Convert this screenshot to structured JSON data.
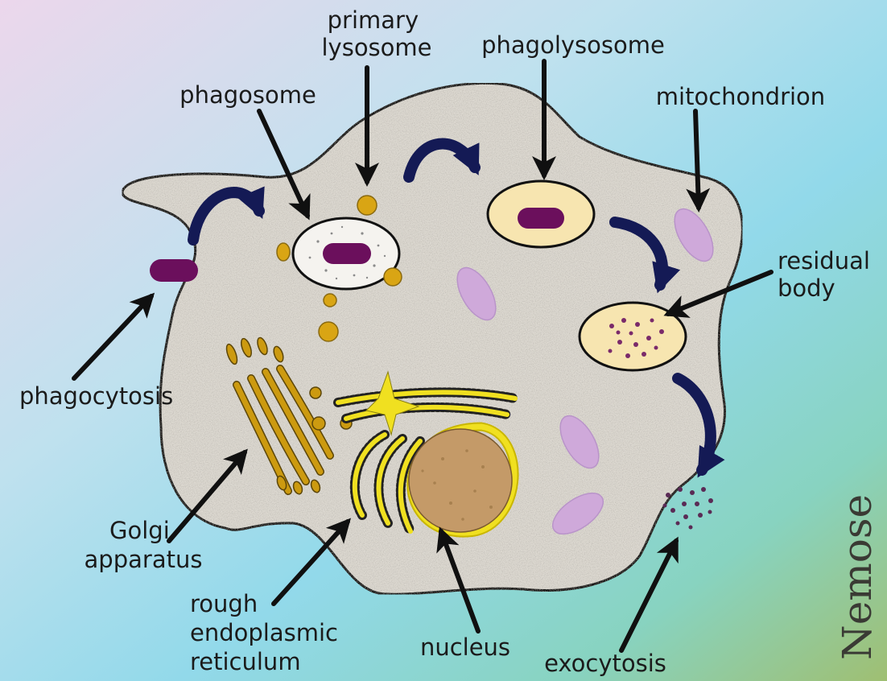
{
  "labels": {
    "primary_lysosome": [
      "primary",
      "lysosome"
    ],
    "phagolysosome": "phagolysosome",
    "phagosome": "phagosome",
    "mitochondrion": "mitochondrion",
    "residual_body": [
      "residual",
      "body"
    ],
    "phagocytosis": "phagocytosis",
    "golgi_apparatus": [
      "Golgi",
      "apparatus"
    ],
    "rough_er": [
      "rough",
      "endoplasmic",
      "reticulum"
    ],
    "nucleus": "nucleus",
    "exocytosis": "exocytosis"
  },
  "signature": "Nemose",
  "colors": {
    "cytoplasm": "#dcd8d0",
    "outline": "#111111",
    "bacterium": "#6b0f5c",
    "lysosome": "#d9a514",
    "golgi": "#cc9a10",
    "vesicle_fill": "#f7e5b0",
    "er": "#f0e020",
    "nucleus": "#c49a68",
    "mitochondria": "#cfa9da",
    "flow_arrow": "#141a55",
    "label_arrow": "#101010"
  }
}
